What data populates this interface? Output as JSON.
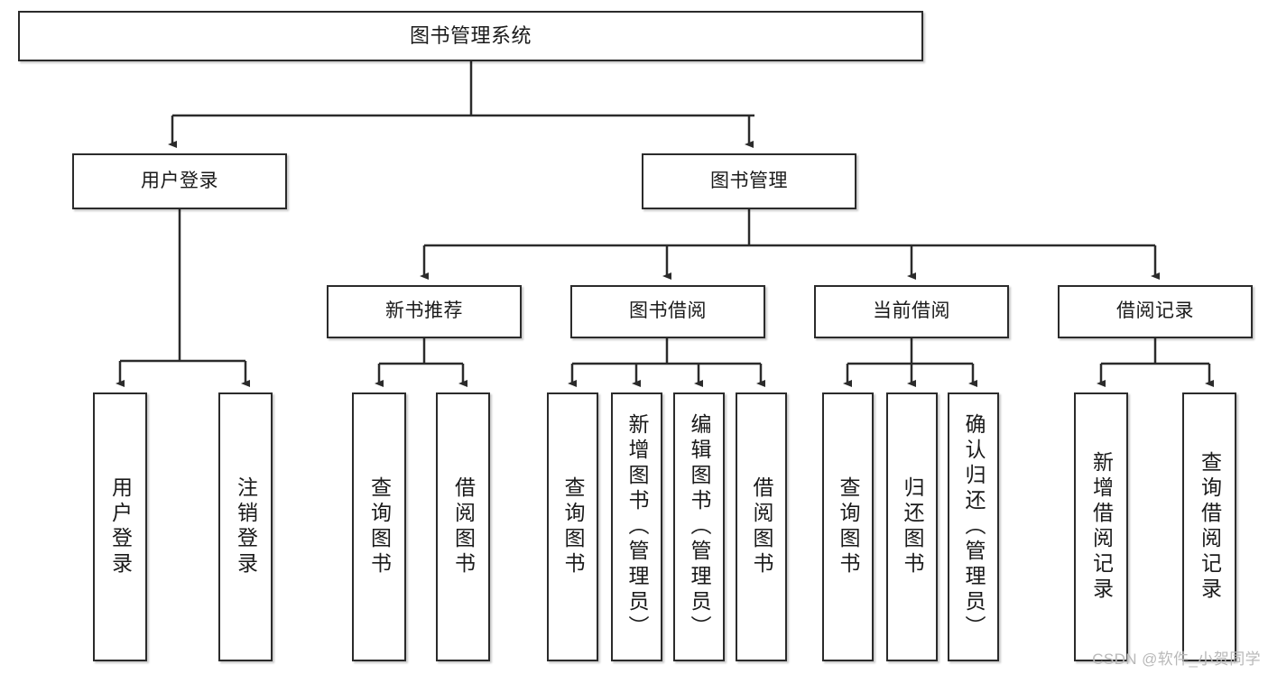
{
  "diagram": {
    "title": "图书管理系统",
    "type": "tree",
    "root": {
      "label": "图书管理系统"
    },
    "level2": [
      {
        "label": "用户登录"
      },
      {
        "label": "图书管理"
      }
    ],
    "level3": [
      {
        "label": "新书推荐"
      },
      {
        "label": "图书借阅"
      },
      {
        "label": "当前借阅"
      },
      {
        "label": "借阅记录"
      }
    ],
    "leaves": {
      "user_login": [
        {
          "label": "用户登录"
        },
        {
          "label": "注销登录"
        }
      ],
      "new_book_recommend": [
        {
          "label": "查询图书"
        },
        {
          "label": "借阅图书"
        }
      ],
      "book_borrow": [
        {
          "label": "查询图书"
        },
        {
          "label": "新增图书（管理员）"
        },
        {
          "label": "编辑图书（管理员）"
        },
        {
          "label": "借阅图书"
        }
      ],
      "current_borrow": [
        {
          "label": "查询图书"
        },
        {
          "label": "归还图书"
        },
        {
          "label": "确认归还（管理员）"
        }
      ],
      "borrow_records": [
        {
          "label": "新增借阅记录"
        },
        {
          "label": "查询借阅记录"
        }
      ]
    }
  },
  "watermark": {
    "text": "CSDN @软件_小贺同学"
  },
  "colors": {
    "border": "#2b2b2b",
    "background": "#ffffff",
    "text": "#1a1a1a",
    "watermark": "#b9b9b9"
  }
}
